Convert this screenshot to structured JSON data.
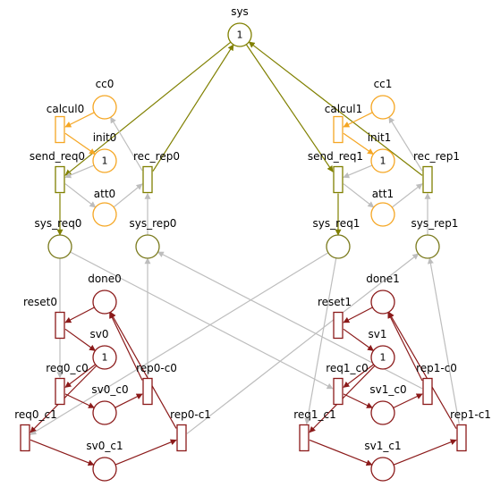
{
  "colors": {
    "system": "#808000",
    "client": "#f5a623",
    "sysport": "#7a7a1c",
    "server": "#8b1a1a",
    "gray": "#bdbdbd",
    "fill": "#ffffff"
  },
  "places": [
    {
      "id": "sys",
      "label": "sys",
      "tokens": "1",
      "color": "system"
    },
    {
      "id": "cc0",
      "label": "cc0",
      "tokens": "",
      "color": "client"
    },
    {
      "id": "init0",
      "label": "init0",
      "tokens": "1",
      "color": "client"
    },
    {
      "id": "att0",
      "label": "att0",
      "tokens": "",
      "color": "client"
    },
    {
      "id": "cc1",
      "label": "cc1",
      "tokens": "",
      "color": "client"
    },
    {
      "id": "init1",
      "label": "init1",
      "tokens": "1",
      "color": "client"
    },
    {
      "id": "att1",
      "label": "att1",
      "tokens": "",
      "color": "client"
    },
    {
      "id": "sys_req0",
      "label": "sys_req0",
      "tokens": "",
      "color": "sysport"
    },
    {
      "id": "sys_rep0",
      "label": "sys_rep0",
      "tokens": "",
      "color": "sysport"
    },
    {
      "id": "sys_req1",
      "label": "sys_req1",
      "tokens": "",
      "color": "sysport"
    },
    {
      "id": "sys_rep1",
      "label": "sys_rep1",
      "tokens": "",
      "color": "sysport"
    },
    {
      "id": "done0",
      "label": "done0",
      "tokens": "",
      "color": "server"
    },
    {
      "id": "sv0",
      "label": "sv0",
      "tokens": "1",
      "color": "server"
    },
    {
      "id": "sv0_c0",
      "label": "sv0_c0",
      "tokens": "",
      "color": "server"
    },
    {
      "id": "sv0_c1",
      "label": "sv0_c1",
      "tokens": "",
      "color": "server"
    },
    {
      "id": "done1",
      "label": "done1",
      "tokens": "",
      "color": "server"
    },
    {
      "id": "sv1",
      "label": "sv1",
      "tokens": "1",
      "color": "server"
    },
    {
      "id": "sv1_c0",
      "label": "sv1_c0",
      "tokens": "",
      "color": "server"
    },
    {
      "id": "sv1_c1",
      "label": "sv1_c1",
      "tokens": "",
      "color": "server"
    }
  ],
  "transitions": [
    {
      "id": "calcul0",
      "label": "calcul0",
      "color": "client"
    },
    {
      "id": "send_req0",
      "label": "send_req0",
      "color": "system"
    },
    {
      "id": "rec_rep0",
      "label": "rec_rep0",
      "color": "system"
    },
    {
      "id": "calcul1",
      "label": "calcul1",
      "color": "client"
    },
    {
      "id": "send_req1",
      "label": "send_req1",
      "color": "system"
    },
    {
      "id": "rec_rep1",
      "label": "rec_rep1",
      "color": "system"
    },
    {
      "id": "reset0",
      "label": "reset0",
      "color": "server"
    },
    {
      "id": "req0_c0",
      "label": "req0_c0",
      "color": "server"
    },
    {
      "id": "rep0-c0",
      "label": "rep0-c0",
      "color": "server"
    },
    {
      "id": "req0_c1",
      "label": "req0_c1",
      "color": "server"
    },
    {
      "id": "rep0-c1",
      "label": "rep0-c1",
      "color": "server"
    },
    {
      "id": "reset1",
      "label": "reset1",
      "color": "server"
    },
    {
      "id": "req1_c0",
      "label": "req1_c0",
      "color": "server"
    },
    {
      "id": "rep1-c0",
      "label": "rep1-c0",
      "color": "server"
    },
    {
      "id": "req1_c1",
      "label": "req1_c1",
      "color": "server"
    },
    {
      "id": "rep1-c1",
      "label": "rep1-c1",
      "color": "server"
    }
  ],
  "arcs": [
    {
      "from": "sys",
      "to": "send_req0",
      "color": "system"
    },
    {
      "from": "sys",
      "to": "send_req1",
      "color": "system"
    },
    {
      "from": "rec_rep0",
      "to": "sys",
      "color": "system"
    },
    {
      "from": "rec_rep1",
      "to": "sys",
      "color": "system"
    },
    {
      "from": "send_req0",
      "to": "sys_req0",
      "color": "system"
    },
    {
      "from": "send_req1",
      "to": "sys_req1",
      "color": "system"
    },
    {
      "from": "sys_rep0",
      "to": "rec_rep0",
      "color": "gray"
    },
    {
      "from": "sys_rep1",
      "to": "rec_rep1",
      "color": "gray"
    },
    {
      "from": "cc0",
      "to": "calcul0",
      "color": "client"
    },
    {
      "from": "calcul0",
      "to": "init0",
      "color": "client"
    },
    {
      "from": "init0",
      "to": "send_req0",
      "color": "gray"
    },
    {
      "from": "send_req0",
      "to": "att0",
      "color": "gray"
    },
    {
      "from": "att0",
      "to": "rec_rep0",
      "color": "gray"
    },
    {
      "from": "rec_rep0",
      "to": "cc0",
      "color": "gray"
    },
    {
      "from": "cc1",
      "to": "calcul1",
      "color": "client"
    },
    {
      "from": "calcul1",
      "to": "init1",
      "color": "client"
    },
    {
      "from": "init1",
      "to": "send_req1",
      "color": "gray"
    },
    {
      "from": "send_req1",
      "to": "att1",
      "color": "gray"
    },
    {
      "from": "att1",
      "to": "rec_rep1",
      "color": "gray"
    },
    {
      "from": "rec_rep1",
      "to": "cc1",
      "color": "gray"
    },
    {
      "from": "sys_req0",
      "to": "req0_c0",
      "color": "gray"
    },
    {
      "from": "sys_req0",
      "to": "req1_c0",
      "color": "gray"
    },
    {
      "from": "sys_req1",
      "to": "req0_c1",
      "color": "gray"
    },
    {
      "from": "sys_req1",
      "to": "req1_c1",
      "color": "gray"
    },
    {
      "from": "rep0-c0",
      "to": "sys_rep0",
      "color": "gray"
    },
    {
      "from": "rep1-c0",
      "to": "sys_rep0",
      "color": "gray"
    },
    {
      "from": "rep0-c1",
      "to": "sys_rep1",
      "color": "gray"
    },
    {
      "from": "rep1-c1",
      "to": "sys_rep1",
      "color": "gray"
    },
    {
      "from": "done0",
      "to": "reset0",
      "color": "server"
    },
    {
      "from": "reset0",
      "to": "sv0",
      "color": "server"
    },
    {
      "from": "sv0",
      "to": "req0_c0",
      "color": "server"
    },
    {
      "from": "sv0",
      "to": "req0_c1",
      "color": "server"
    },
    {
      "from": "req0_c0",
      "to": "sv0_c0",
      "color": "server"
    },
    {
      "from": "sv0_c0",
      "to": "rep0-c0",
      "color": "server"
    },
    {
      "from": "rep0-c0",
      "to": "done0",
      "color": "server"
    },
    {
      "from": "req0_c1",
      "to": "sv0_c1",
      "color": "server"
    },
    {
      "from": "sv0_c1",
      "to": "rep0-c1",
      "color": "server"
    },
    {
      "from": "rep0-c1",
      "to": "done0",
      "color": "server"
    },
    {
      "from": "done1",
      "to": "reset1",
      "color": "server"
    },
    {
      "from": "reset1",
      "to": "sv1",
      "color": "server"
    },
    {
      "from": "sv1",
      "to": "req1_c0",
      "color": "server"
    },
    {
      "from": "sv1",
      "to": "req1_c1",
      "color": "server"
    },
    {
      "from": "req1_c0",
      "to": "sv1_c0",
      "color": "server"
    },
    {
      "from": "sv1_c0",
      "to": "rep1-c0",
      "color": "server"
    },
    {
      "from": "rep1-c0",
      "to": "done1",
      "color": "server"
    },
    {
      "from": "req1_c1",
      "to": "sv1_c1",
      "color": "server"
    },
    {
      "from": "sv1_c1",
      "to": "rep1-c1",
      "color": "server"
    },
    {
      "from": "rep1-c1",
      "to": "done1",
      "color": "server"
    }
  ]
}
